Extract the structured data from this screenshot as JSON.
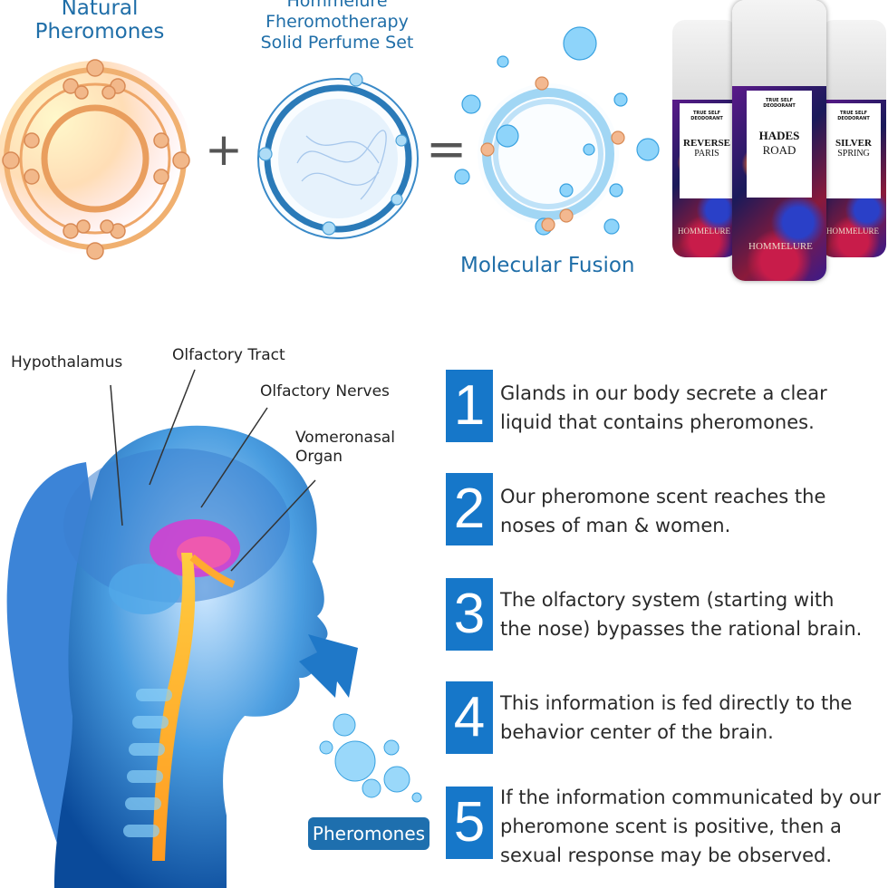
{
  "top": {
    "natural": "Natural\nPheromones",
    "product_line1": "Hommelure",
    "product_line2": "Fheromotherapy",
    "product_line3": "Solid Perfume Set",
    "plus": "+",
    "equals": "=",
    "fusion": "Molecular Fusion"
  },
  "tins": [
    {
      "top": "TRUE SELF",
      "top2": "DEODORANT",
      "line1": "REVERSE",
      "line2": "PARIS",
      "brand": "HOMMELURE"
    },
    {
      "top": "TRUE SELF",
      "top2": "DEODORANT",
      "line1": "HADES",
      "line2": "ROAD",
      "brand": "HOMMELURE"
    },
    {
      "top": "TRUE SELF",
      "top2": "DEODORANT",
      "line1": "SILVER",
      "line2": "SPRING",
      "brand": "HOMMELURE"
    }
  ],
  "brain_labels": {
    "hypothalamus": "Hypothalamus",
    "olfactory_tract": "Olfactory Tract",
    "olfactory_nerves": "Olfactory Nerves",
    "vomeronasal1": "Vomeronasal",
    "vomeronasal2": "Organ",
    "pheromones": "Pheromones"
  },
  "steps": [
    {
      "num": "1",
      "line1": "Glands in our body secrete a clear",
      "line2": "liquid that contains pheromones.",
      "line3": ""
    },
    {
      "num": "2",
      "line1": "Our pheromone scent reaches the",
      "line2": "noses of man & women.",
      "line3": ""
    },
    {
      "num": "3",
      "line1": "The olfactory system (starting with",
      "line2": "the nose) bypasses the rational brain.",
      "line3": ""
    },
    {
      "num": "4",
      "line1": "This information is fed directly to the",
      "line2": "behavior center of the brain.",
      "line3": ""
    },
    {
      "num": "5",
      "line1": "If the information communicated by our",
      "line2": "pheromone scent is positive, then a",
      "line3": "sexual response may be observed."
    }
  ],
  "colors": {
    "accent": "#1677c9",
    "heading": "#1f6ea8",
    "orange": "#f0a050"
  }
}
